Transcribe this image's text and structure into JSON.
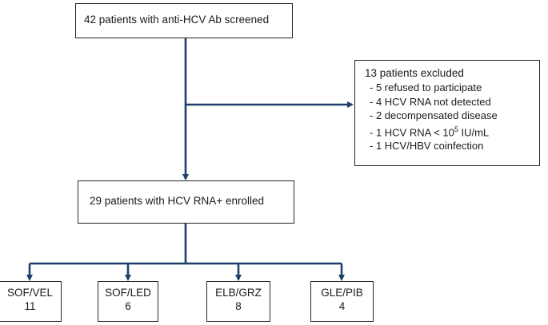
{
  "screened": {
    "text": "42 patients with anti-HCV Ab screened"
  },
  "excluded": {
    "title": "13 patients excluded",
    "items": [
      {
        "prefix": "- 5 refused to participate",
        "sup": "",
        "suffix": ""
      },
      {
        "prefix": "- 4 HCV RNA not detected",
        "sup": "",
        "suffix": ""
      },
      {
        "prefix": "- 2 decompensated disease",
        "sup": "",
        "suffix": ""
      },
      {
        "prefix": "- 1 HCV RNA < 10",
        "sup": "5",
        "suffix": " IU/mL"
      },
      {
        "prefix": "- 1 HCV/HBV coinfection",
        "sup": "",
        "suffix": ""
      }
    ]
  },
  "enrolled": {
    "text": "29 patients with HCV RNA+ enrolled"
  },
  "arms": [
    {
      "name": "SOF/VEL",
      "count": "11"
    },
    {
      "name": "SOF/LED",
      "count": "6"
    },
    {
      "name": "ELB/GRZ",
      "count": "8"
    },
    {
      "name": "GLE/PIB",
      "count": "4"
    }
  ],
  "colors": {
    "connector": "#1f3f6b",
    "border": "#262626",
    "text": "#1a1a1a"
  }
}
